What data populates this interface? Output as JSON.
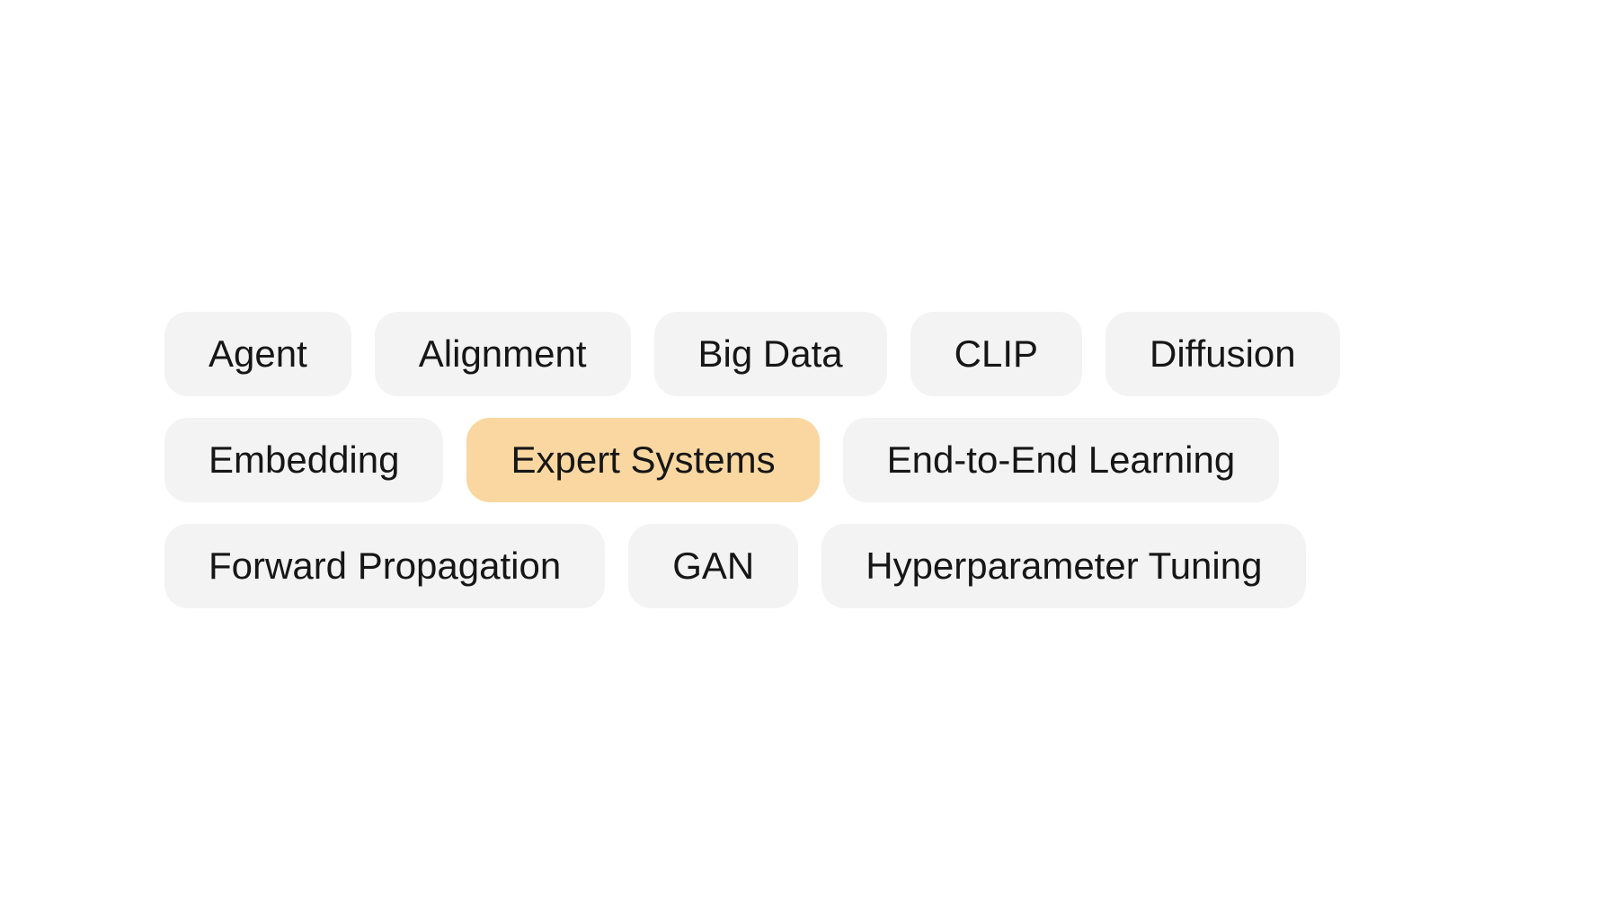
{
  "page": {
    "background_color": "#ffffff"
  },
  "tag_cloud": {
    "colors": {
      "pill_default_bg": "#f3f3f3",
      "pill_selected_bg": "#fad7a0",
      "pill_text": "#161616"
    },
    "selected_tag": "Expert Systems",
    "rows": [
      {
        "tags": [
          {
            "label": "Agent",
            "selected": false
          },
          {
            "label": "Alignment",
            "selected": false
          },
          {
            "label": "Big Data",
            "selected": false
          },
          {
            "label": "CLIP",
            "selected": false
          },
          {
            "label": "Diffusion",
            "selected": false
          }
        ]
      },
      {
        "tags": [
          {
            "label": "Embedding",
            "selected": false
          },
          {
            "label": "Expert Systems",
            "selected": true
          },
          {
            "label": "End-to-End Learning",
            "selected": false
          }
        ]
      },
      {
        "tags": [
          {
            "label": "Forward Propagation",
            "selected": false
          },
          {
            "label": "GAN",
            "selected": false
          },
          {
            "label": "Hyperparameter Tuning",
            "selected": false
          }
        ]
      }
    ]
  }
}
